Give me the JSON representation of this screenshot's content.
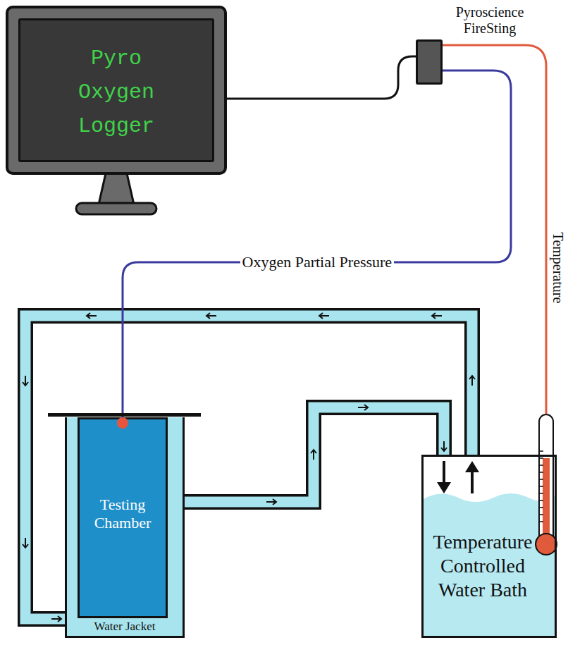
{
  "diagram": {
    "nodes": [
      {
        "text": [
          "Pyro Oxygen Logger"
        ]
      },
      {
        "text": [
          "Pyroscience FireSting"
        ]
      },
      {
        "text": [
          "Water Jacket"
        ]
      },
      {
        "text": [
          "Testing Chamber"
        ],
        "in": 2
      },
      {
        "text": [
          "Temperature Controlled Water Bath"
        ]
      }
    ],
    "edges": [
      {
        "from": 0,
        "to": 1,
        "arrow": "none"
      },
      {
        "from": 1,
        "to": 3,
        "label": "Oxygen Partial Pressure",
        "arrow": "none"
      },
      {
        "from": 1,
        "to": 4,
        "label": "Temperature",
        "arrow": "none"
      },
      {
        "from": 4,
        "to": 2,
        "arrow": "to"
      },
      {
        "from": 2,
        "to": 4,
        "arrow": "to"
      }
    ]
  }
}
